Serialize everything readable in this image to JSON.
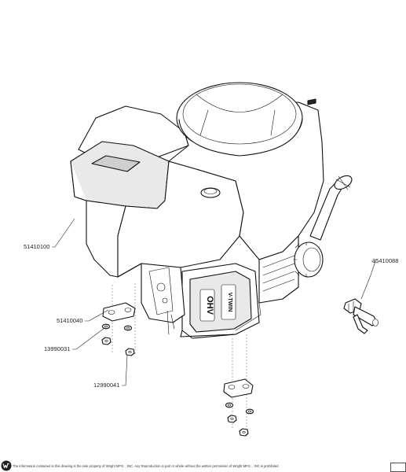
{
  "diagram": {
    "labels": [
      {
        "id": "engine",
        "text": "51410100"
      },
      {
        "id": "fitting",
        "text": "35410088"
      },
      {
        "id": "gasket",
        "text": "51410040"
      },
      {
        "id": "washer",
        "text": "13990031"
      },
      {
        "id": "nut",
        "text": "12990041"
      }
    ],
    "engine_badges": [
      "OHV",
      "V-TWIN"
    ]
  },
  "footer": {
    "notice": "The information contained in this drawing is the sole property of Wright MFG. , INC. Any Reproduction in part or whole without the written permission of Wright MFG. , INC is prohibited"
  },
  "colors": {
    "line": "#111111",
    "paper": "#ffffff",
    "shade": "#e9e9e9"
  }
}
